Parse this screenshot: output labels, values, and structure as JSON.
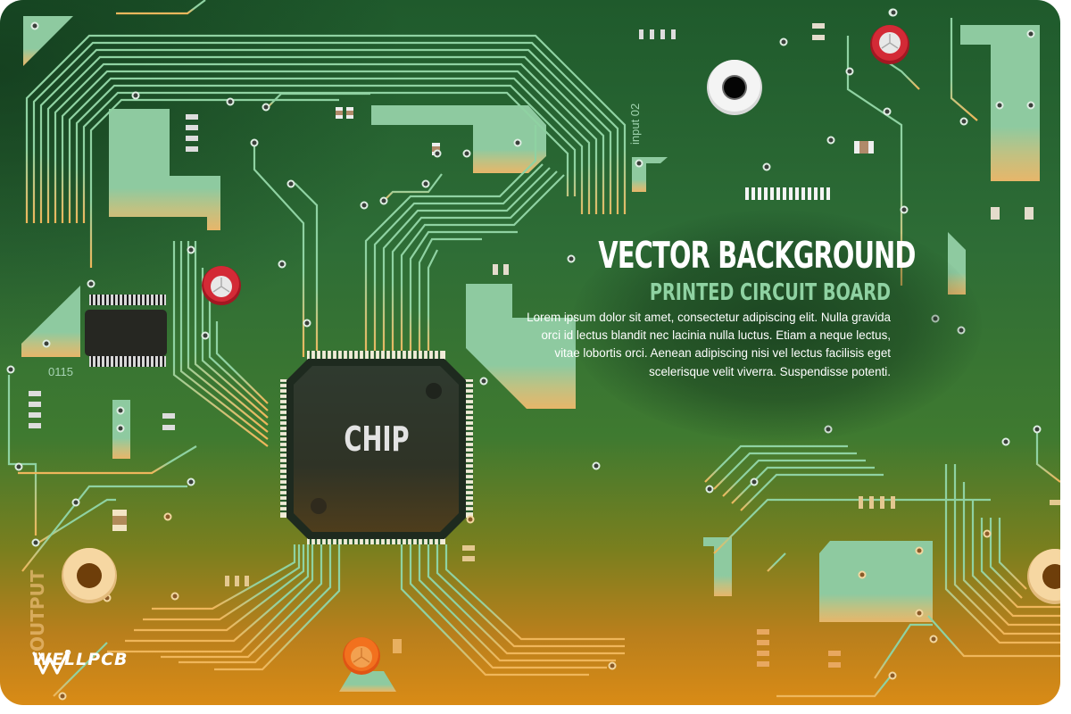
{
  "title": {
    "main": "VECTOR BACKGROUND",
    "subtitle": "PRINTED CIRCUIT BOARD",
    "body": "Lorem ipsum dolor sit amet, consectetur adipiscing elit. Nulla gravida orci id lectus blandit nec lacinia nulla luctus. Etiam a neque lectus, vitae lobortis orci. Aenean adipiscing nisi vel lectus facilisis eget scelerisque velit viverra. Suspendisse potenti."
  },
  "chip": {
    "label": "CHIP"
  },
  "silkscreen": {
    "input_label": "input 02",
    "part_number": "0115",
    "output_label": "OUTPUT"
  },
  "logo": {
    "text": "WELLPCB",
    "icon": "wellpcb-w-icon"
  },
  "colors": {
    "board_top": "#1f5a2c",
    "board_bottom": "#d98b16",
    "trace": "#8fd2a2",
    "pad": "#8ecaa0",
    "chip_body": "#2f332b",
    "capacitor_red": "#c9212e",
    "hole_white": "#f2f2f2",
    "hole_gold": "#f3d39c",
    "subtitle_green": "#8fd2a2"
  }
}
